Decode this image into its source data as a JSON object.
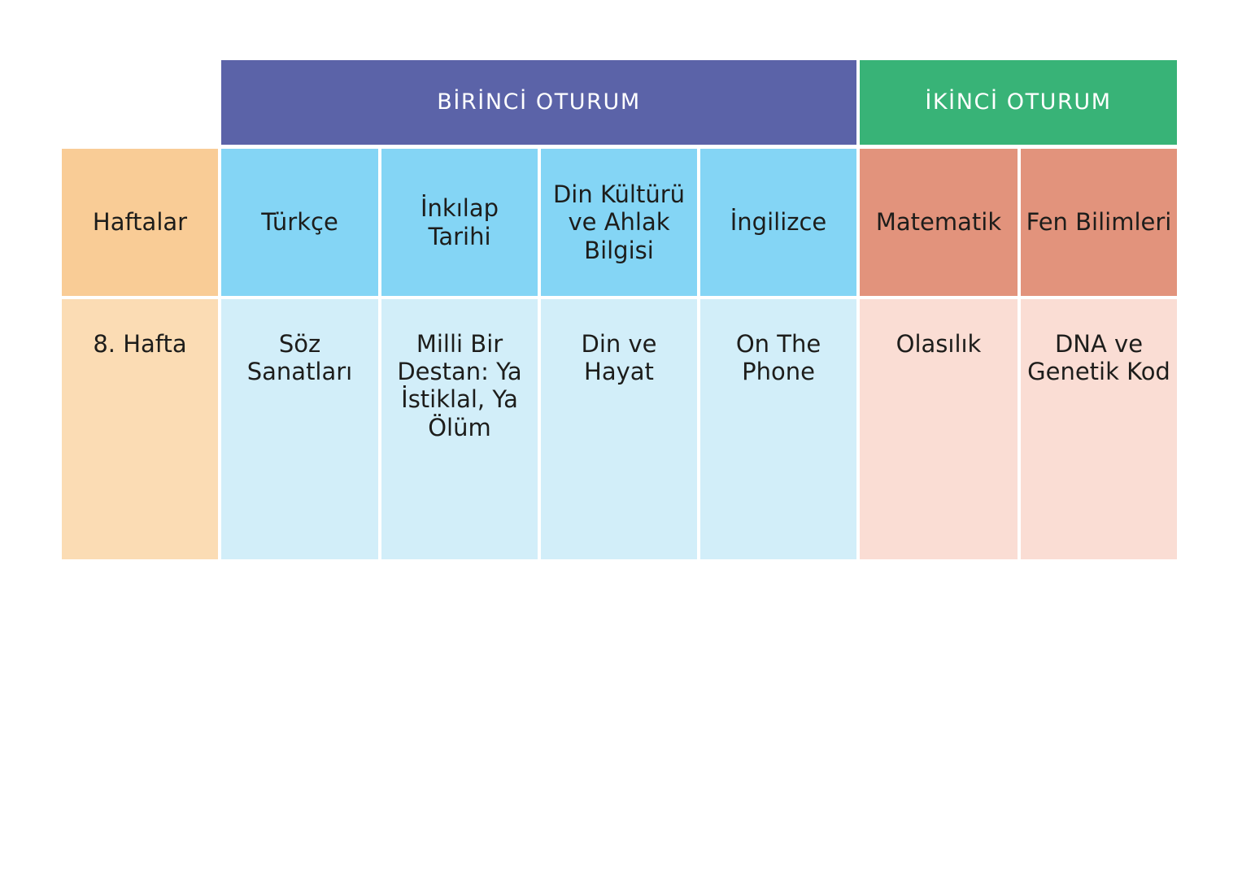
{
  "table": {
    "sessions": [
      {
        "label": "BİRİNCİ OTURUM",
        "color": "#5b63a8",
        "span": 4
      },
      {
        "label": "İKİNCİ OTURUM",
        "color": "#38b377",
        "span": 2
      }
    ],
    "columns": [
      {
        "header": "Haftalar",
        "group": "weeks",
        "header_color": "#f9cc96",
        "cell_color": "#fbdcb4"
      },
      {
        "header": "Türkçe",
        "group": "first",
        "header_color": "#84d5f5",
        "cell_color": "#d2eef9"
      },
      {
        "header": "İnkılap Tarihi",
        "group": "first",
        "header_color": "#84d5f5",
        "cell_color": "#d2eef9"
      },
      {
        "header": "Din Kültürü ve Ahlak Bilgisi",
        "group": "first",
        "header_color": "#84d5f5",
        "cell_color": "#d2eef9"
      },
      {
        "header": "İngilizce",
        "group": "first",
        "header_color": "#84d5f5",
        "cell_color": "#d2eef9"
      },
      {
        "header": "Matematik",
        "group": "second",
        "header_color": "#e2937c",
        "cell_color": "#faddd4"
      },
      {
        "header": "Fen Bilimleri",
        "group": "second",
        "header_color": "#e2937c",
        "cell_color": "#faddd4"
      }
    ],
    "rows": [
      {
        "week": "8. Hafta",
        "turkce": "Söz Sanatları",
        "inkilap_tarihi": "Milli Bir Destan: Ya İstiklal, Ya Ölüm",
        "din_kulturu": "Din ve Hayat",
        "ingilizce": "On The Phone",
        "matematik": "Olasılık",
        "fen_bilimleri": "DNA ve Genetik Kod"
      }
    ]
  }
}
